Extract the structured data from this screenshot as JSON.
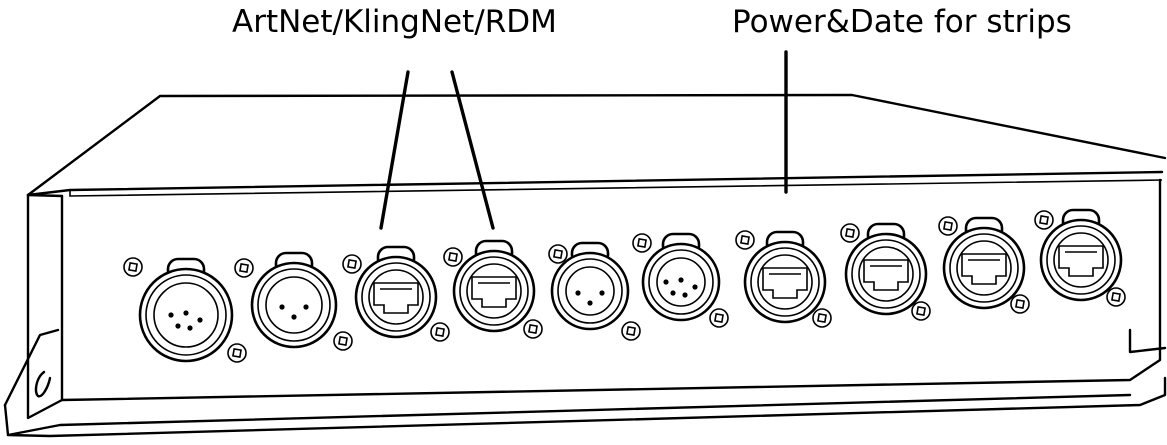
{
  "callouts": {
    "left": "ArtNet/KlingNet/RDM",
    "right": "Power&Date for strips"
  },
  "connectors": [
    {
      "kind": "xlr5-male"
    },
    {
      "kind": "xlr3-male"
    },
    {
      "kind": "rj45-ethercon"
    },
    {
      "kind": "rj45-ethercon"
    },
    {
      "kind": "xlr3-female"
    },
    {
      "kind": "xlr5-female"
    },
    {
      "kind": "rj45-ethercon"
    },
    {
      "kind": "rj45-ethercon"
    },
    {
      "kind": "rj45-ethercon"
    },
    {
      "kind": "rj45-ethercon"
    }
  ],
  "colors": {
    "line": "#000000",
    "background": "#ffffff"
  }
}
